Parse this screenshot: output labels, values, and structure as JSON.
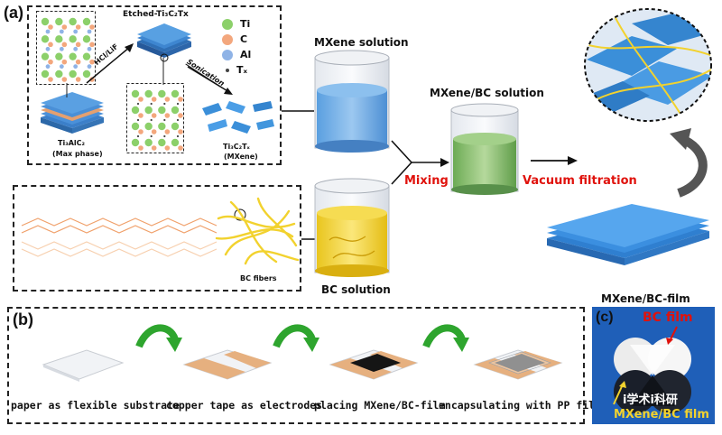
{
  "panels": {
    "a": "(a)",
    "b": "(b)",
    "c": "(c)"
  },
  "synthesis": {
    "etched_label": "Etched-Ti₃C₂Tx",
    "max_phase_formula": "Ti₃AlC₂",
    "max_phase_note": "(Max phase)",
    "mxene_formula": "Ti₃C₂Tₓ",
    "mxene_note": "(MXene)",
    "etch_step": "HCl/LiF",
    "sonication_step": "Sonication",
    "legend": [
      {
        "symbol": "Ti",
        "color": "#8cd06a"
      },
      {
        "symbol": "C",
        "color": "#f3a77d"
      },
      {
        "symbol": "Al",
        "color": "#8fb3e6"
      },
      {
        "symbol": "Tₓ",
        "color": "#444444"
      }
    ]
  },
  "bc_box": {
    "fibers_label": "BC fibers"
  },
  "beakers": {
    "mxene_solution": "MXene solution",
    "bc_solution": "BC solution",
    "mix_solution": "MXene/BC solution"
  },
  "process": {
    "mixing": "Mixing",
    "filtration": "Vacuum filtration"
  },
  "film_label": "MXene/BC-film",
  "steps": [
    "paper as flexible substrate",
    "copper tape as electrodes",
    "placing MXene/BC-film",
    "encapsulating with PP film"
  ],
  "photo": {
    "bc_film": "BC film",
    "mxene_bc_film": "MXene/BC film",
    "watermark": "i学术i科研"
  },
  "colors": {
    "panel_c_bg": "#1f5fb8",
    "arrow_green": "#2ea52e",
    "highlight_red": "#e0120c",
    "mxene_blue": "#3b8fd9",
    "bc_yellow": "#f2d22e"
  }
}
